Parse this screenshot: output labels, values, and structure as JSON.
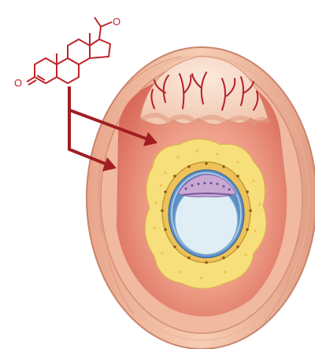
{
  "molecule": {
    "name": "steroid-hormone",
    "atom_labels": {
      "ketone_left": "O",
      "ketone_top": "O"
    },
    "bond_color": "#c0242a"
  },
  "arrows": {
    "color": "#a01e22",
    "targets": [
      "endometrium",
      "uterine-wall"
    ]
  },
  "colors": {
    "wall_outer": "#f3c6a8",
    "wall_inner": "#e9a48c",
    "cavity": "#e47f6e",
    "endometrium": "#f2b7a4",
    "decidua": "#f7e07c",
    "trophoblast": "#f1c45a",
    "blastocoel": "#dfeef5",
    "embryo_cells": "#c7a9d4",
    "vessels": "#b81e2a"
  }
}
